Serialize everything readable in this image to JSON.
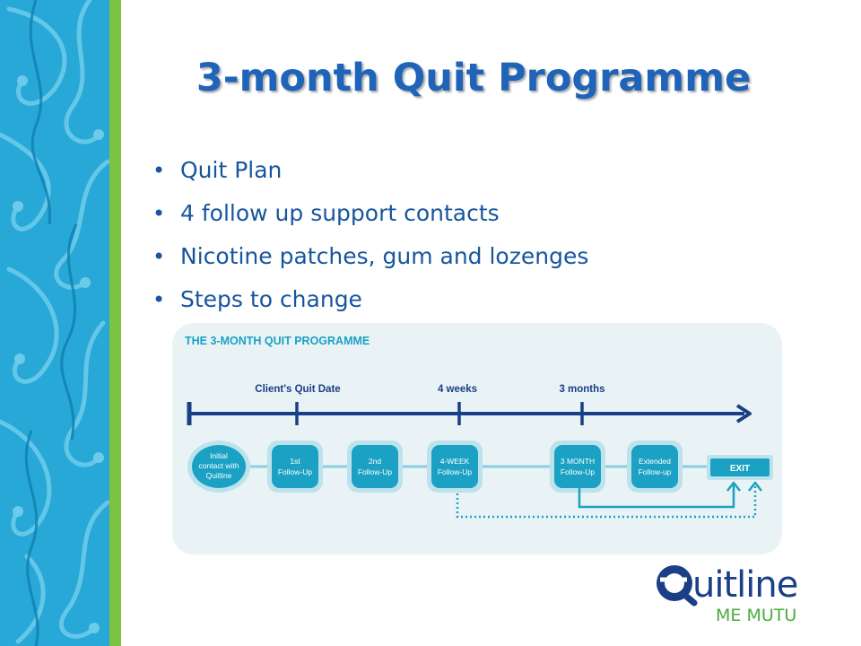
{
  "slide": {
    "title": "3-month Quit Programme",
    "bullets": [
      "Quit Plan",
      "4 follow up support contacts",
      "Nicotine patches, gum and lozenges",
      "Steps to change"
    ]
  },
  "diagram": {
    "heading": "THE 3-MONTH QUIT PROGRAMME",
    "timeline_labels": [
      "Client's Quit Date",
      "4 weeks",
      "3 months"
    ],
    "nodes": {
      "initial": [
        "Initial",
        "contact with",
        "Quitline"
      ],
      "first": [
        "1st",
        "Follow-Up"
      ],
      "second": [
        "2nd",
        "Follow-Up"
      ],
      "week4": [
        "4-WEEK",
        "Follow-Up"
      ],
      "month3": [
        "3 MONTH",
        "Follow-Up"
      ],
      "extended": [
        "Extended",
        "Follow-up"
      ],
      "exit": "EXIT"
    }
  },
  "logo": {
    "top_text": "uitline",
    "bottom_text": "ME MUTU"
  },
  "colors": {
    "title_blue": "#1f64b8",
    "timeline_navy": "#1b3f86",
    "node_teal": "#1ba1c4",
    "node_ring": "#bde2ec",
    "panel_bg": "#e9f3f6",
    "logo_green": "#4bab3f",
    "band_blue": "#27a8d6",
    "band_green": "#7dc242"
  },
  "icons": [
    "koru-pattern-band",
    "quitline-q-logo-icon",
    "timeline-arrow-icon",
    "dotted-return-arrow-icon"
  ]
}
